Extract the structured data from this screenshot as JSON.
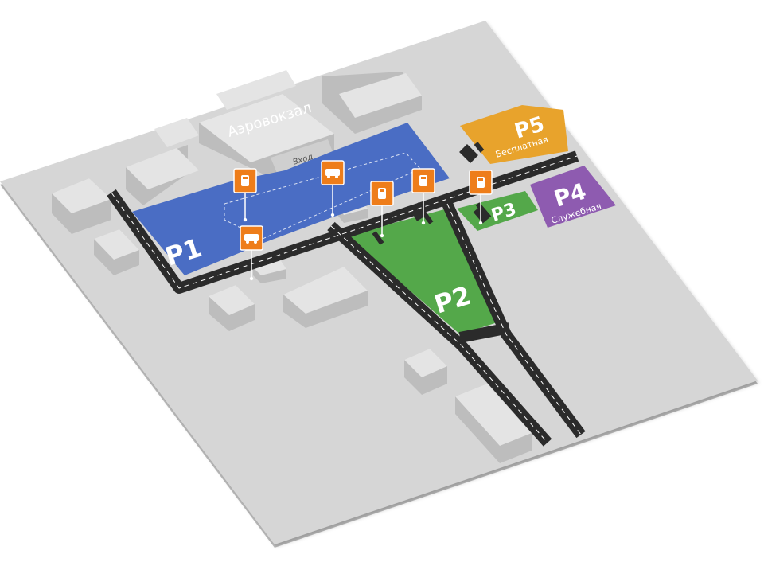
{
  "terminal": {
    "name": "Аэровокзал",
    "entrance": "Вход"
  },
  "parkings": [
    {
      "id": "p1",
      "label": "P1",
      "sub": "",
      "color": "#4a6dc4"
    },
    {
      "id": "p2",
      "label": "P2",
      "sub": "",
      "color": "#54a84a"
    },
    {
      "id": "p3",
      "label": "P3",
      "sub": "",
      "color": "#54a84a"
    },
    {
      "id": "p4",
      "label": "P4",
      "sub": "Служебная",
      "color": "#8e5bb0"
    },
    {
      "id": "p5",
      "label": "P5",
      "sub": "Бесплатная",
      "color": "#e8a32c"
    }
  ],
  "markers": [
    {
      "kind": "parking-meter",
      "icon": "parking-meter-icon"
    },
    {
      "kind": "bus-stop",
      "icon": "bus-icon"
    },
    {
      "kind": "parking-meter",
      "icon": "parking-meter-icon"
    },
    {
      "kind": "parking-meter",
      "icon": "parking-meter-icon"
    },
    {
      "kind": "parking-meter",
      "icon": "parking-meter-icon"
    },
    {
      "kind": "bus-stop",
      "icon": "bus-icon"
    }
  ],
  "colors": {
    "ground": "#d6d6d6",
    "road": "#2b2b2b",
    "building": "#c2c2c2",
    "marker": "#ee7d1a"
  }
}
